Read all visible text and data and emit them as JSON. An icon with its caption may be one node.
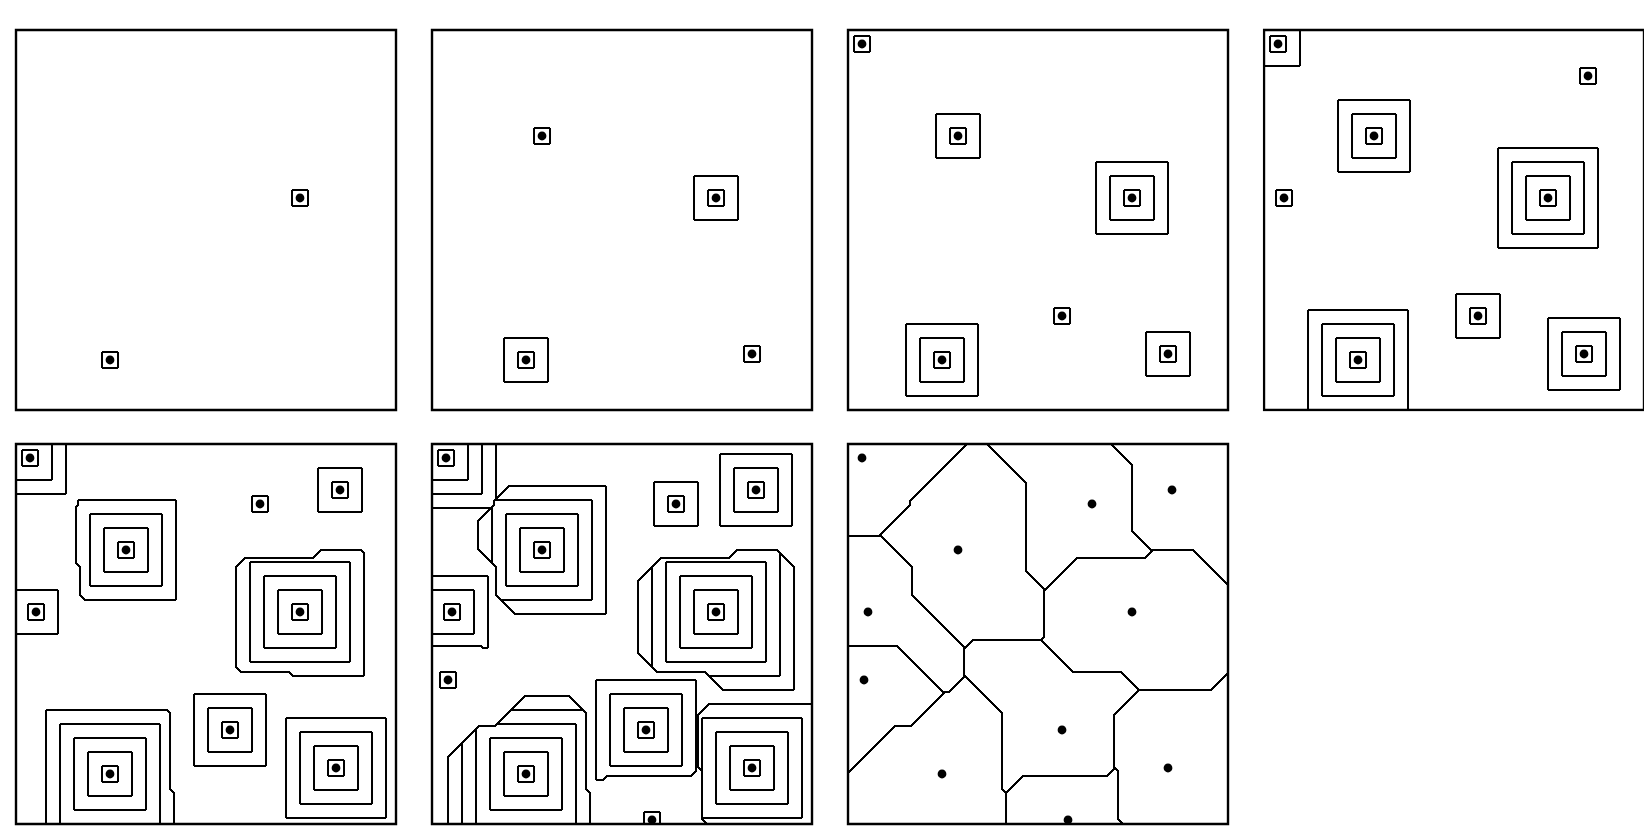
{
  "diagram": {
    "nodes": [
      {
        "text": [],
        "shape": "box"
      },
      {
        "text": [],
        "shape": "box"
      },
      {
        "text": [],
        "shape": "box"
      },
      {
        "text": [],
        "shape": "box"
      },
      {
        "text": [],
        "shape": "box"
      },
      {
        "text": [],
        "shape": "box"
      },
      {
        "text": [],
        "shape": "box"
      }
    ]
  }
}
